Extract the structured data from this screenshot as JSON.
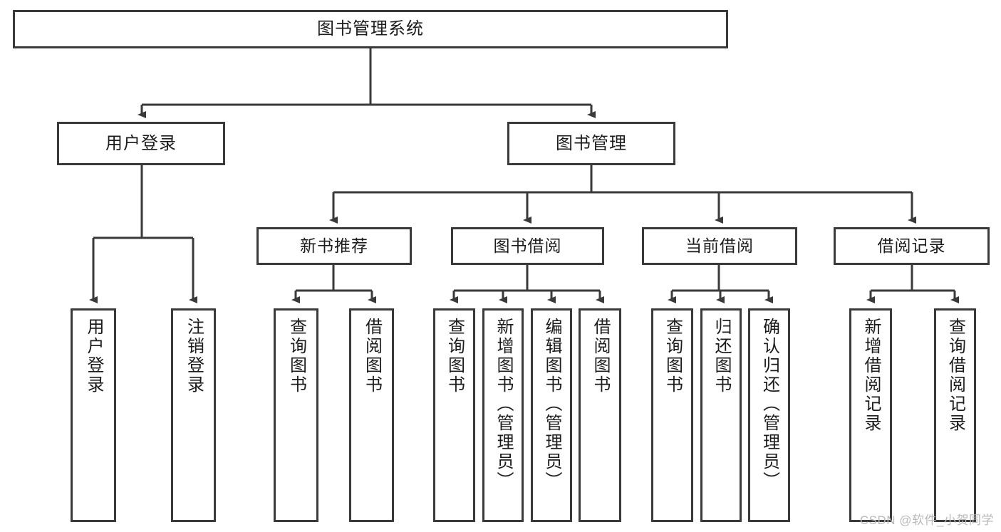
{
  "diagram": {
    "title": "图书管理系统",
    "type": "hierarchy-tree",
    "background_color": "#ffffff",
    "line_color": "#3a3a3a",
    "text_color": "#1c1c1c",
    "nodes": {
      "root": {
        "label": "图书管理系统",
        "level": 1
      },
      "l2": [
        {
          "id": "user-login",
          "label": "用户登录",
          "level": 2
        },
        {
          "id": "book-manage",
          "label": "图书管理",
          "level": 2
        }
      ],
      "l3": [
        {
          "id": "new-book-recommend",
          "label": "新书推荐",
          "level": 3,
          "parent": "book-manage"
        },
        {
          "id": "book-borrow",
          "label": "图书借阅",
          "level": 3,
          "parent": "book-manage"
        },
        {
          "id": "current-borrow",
          "label": "当前借阅",
          "level": 3,
          "parent": "book-manage"
        },
        {
          "id": "borrow-record",
          "label": "借阅记录",
          "level": 3,
          "parent": "book-manage"
        }
      ],
      "leaves": [
        {
          "id": "leaf-user-login",
          "label": "用户登录",
          "parent": "user-login"
        },
        {
          "id": "leaf-logout-login",
          "label": "注销登录",
          "parent": "user-login"
        },
        {
          "id": "leaf-query-book-1",
          "label": "查询图书",
          "parent": "new-book-recommend"
        },
        {
          "id": "leaf-borrow-book-1",
          "label": "借阅图书",
          "parent": "new-book-recommend"
        },
        {
          "id": "leaf-query-book-2",
          "label": "查询图书",
          "parent": "book-borrow"
        },
        {
          "id": "leaf-add-book",
          "label": "新增图书（管理员）",
          "parent": "book-borrow"
        },
        {
          "id": "leaf-edit-book",
          "label": "编辑图书（管理员）",
          "parent": "book-borrow"
        },
        {
          "id": "leaf-borrow-book-2",
          "label": "借阅图书",
          "parent": "book-borrow"
        },
        {
          "id": "leaf-query-book-3",
          "label": "查询图书",
          "parent": "current-borrow"
        },
        {
          "id": "leaf-return-book",
          "label": "归还图书",
          "parent": "current-borrow"
        },
        {
          "id": "leaf-confirm-return",
          "label": "确认归还（管理员）",
          "parent": "current-borrow"
        },
        {
          "id": "leaf-add-record",
          "label": "新增借阅记录",
          "parent": "borrow-record"
        },
        {
          "id": "leaf-query-record",
          "label": "查询借阅记录",
          "parent": "borrow-record"
        }
      ]
    }
  },
  "watermark": {
    "text": "CSDN @软件_小贺同学"
  }
}
